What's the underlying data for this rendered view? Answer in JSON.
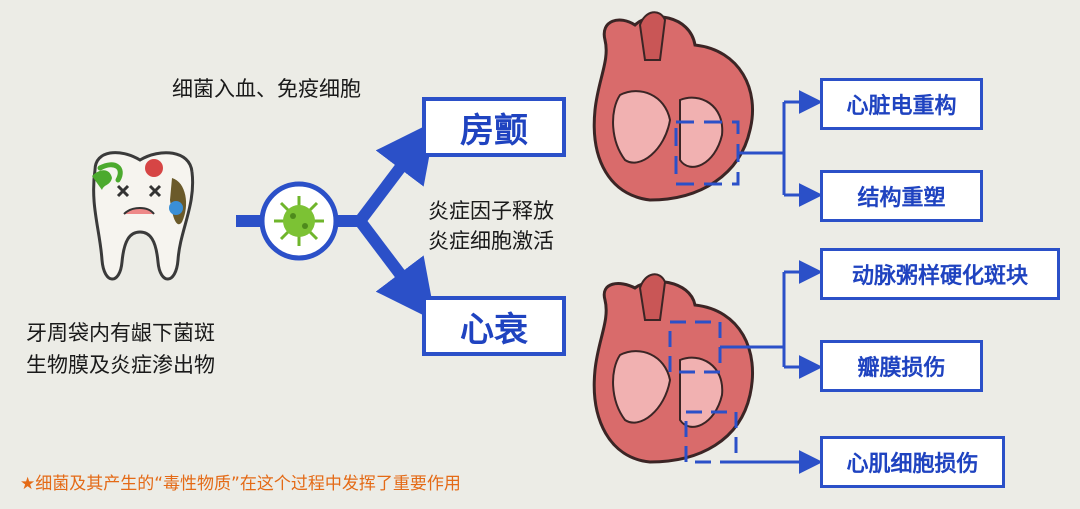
{
  "left_caption": [
    "牙周袋内有龈下菌斑",
    "生物膜及炎症渗出物"
  ],
  "top_caption": "细菌入血、免疫细胞",
  "middle_caption": [
    "炎症因子释放",
    "炎症细胞激活"
  ],
  "branch_top": "房颤",
  "branch_bottom": "心衰",
  "outcomes": [
    "心脏电重构",
    "结构重塑",
    "动脉粥样硬化斑块",
    "瓣膜损伤",
    "心肌细胞损伤"
  ],
  "footnote": "★细菌及其产生的“毒性物质”在这个过程中发挥了重要作用",
  "colors": {
    "blue": "#2b50c8",
    "orange": "#e46a16",
    "background": "#ecece6"
  },
  "icons": [
    "tooth-icon",
    "virus-icon",
    "heart-icon"
  ]
}
